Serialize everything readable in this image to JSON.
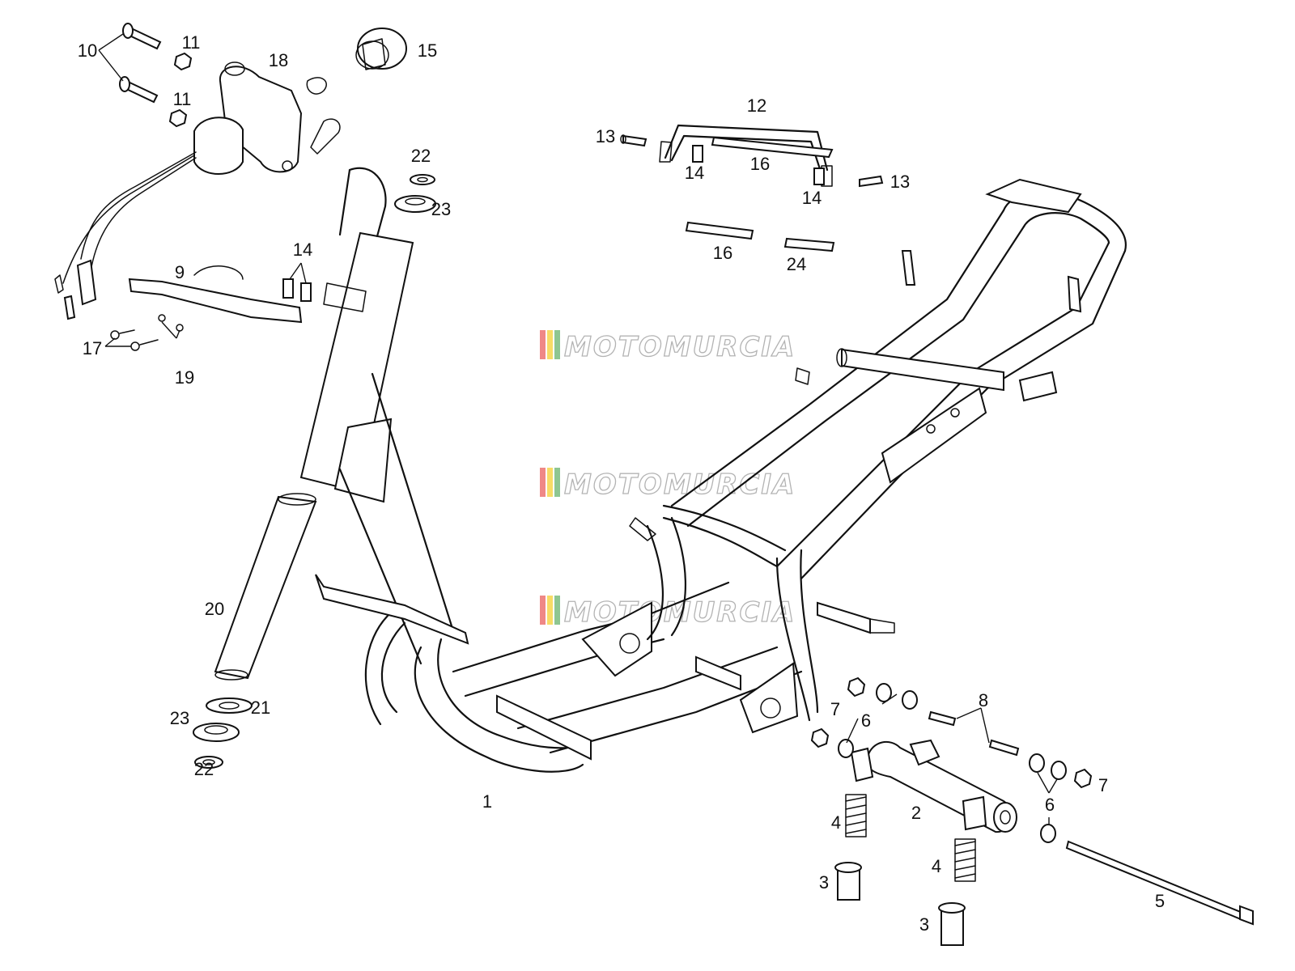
{
  "diagram": {
    "watermark": "MOTOMURCIA",
    "watermark_colors": [
      "#e53935",
      "#f2c500",
      "#43a047",
      "#9e9e9e"
    ],
    "labels": [
      "1",
      "2",
      "3",
      "3",
      "4",
      "4",
      "5",
      "6",
      "6",
      "7",
      "7",
      "8",
      "9",
      "10",
      "11",
      "11",
      "12",
      "13",
      "13",
      "14",
      "14",
      "14",
      "15",
      "16",
      "16",
      "17",
      "18",
      "19",
      "20",
      "21",
      "22",
      "22",
      "23",
      "23",
      "24"
    ]
  }
}
